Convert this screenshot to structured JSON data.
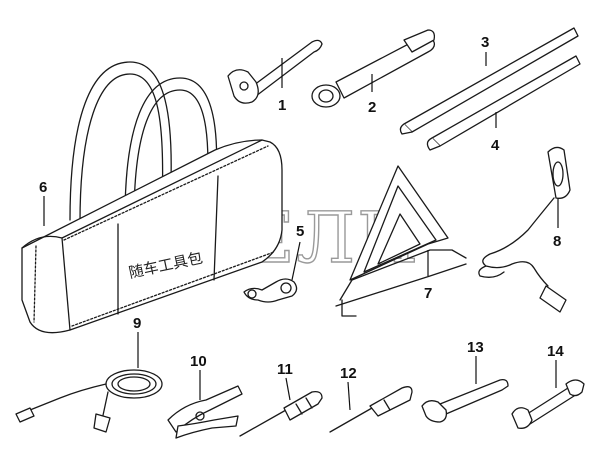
{
  "watermark": "СЕЛИ",
  "bag_label": "随车工具包",
  "parts": [
    {
      "id": "1",
      "name": "adjustable-wrench"
    },
    {
      "id": "2",
      "name": "wheel-nut-wrench"
    },
    {
      "id": "3",
      "name": "pry-bar-upper"
    },
    {
      "id": "4",
      "name": "pry-bar-lower"
    },
    {
      "id": "5",
      "name": "ratchet-spanner"
    },
    {
      "id": "6",
      "name": "tool-bag"
    },
    {
      "id": "7",
      "name": "warning-triangle"
    },
    {
      "id": "8",
      "name": "inspection-lamp"
    },
    {
      "id": "9",
      "name": "tire-inflation-hose"
    },
    {
      "id": "10",
      "name": "pliers"
    },
    {
      "id": "11",
      "name": "screwdriver-large"
    },
    {
      "id": "12",
      "name": "screwdriver-small"
    },
    {
      "id": "13",
      "name": "adjustable-wrench-small"
    },
    {
      "id": "14",
      "name": "open-end-spanner"
    }
  ]
}
